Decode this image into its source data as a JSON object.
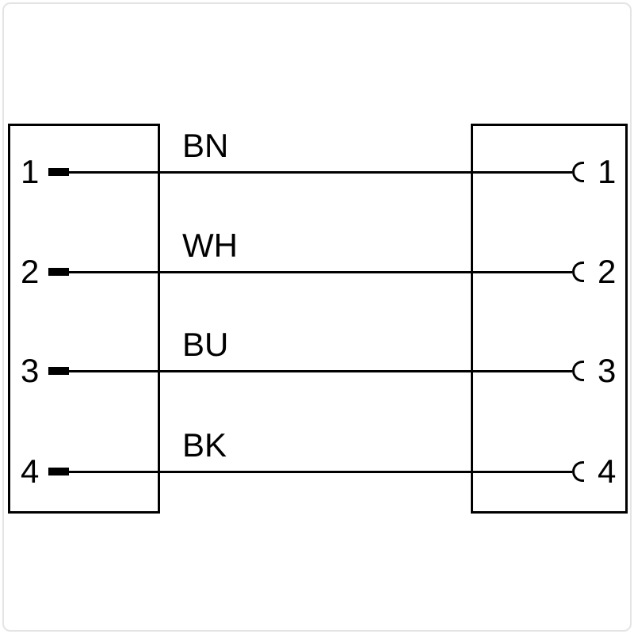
{
  "diagram": {
    "type": "connector-pinout-wiring-diagram",
    "background_color": "#ffffff",
    "line_color": "#000000",
    "frame_color": "#e4e4e4"
  },
  "left_connector": {
    "pins": [
      "1",
      "2",
      "3",
      "4"
    ]
  },
  "right_connector": {
    "pins": [
      "1",
      "2",
      "3",
      "4"
    ]
  },
  "wires": [
    {
      "label": "BN",
      "left_pin": "1",
      "right_pin": "1"
    },
    {
      "label": "WH",
      "left_pin": "2",
      "right_pin": "2"
    },
    {
      "label": "BU",
      "left_pin": "3",
      "right_pin": "3"
    },
    {
      "label": "BK",
      "left_pin": "4",
      "right_pin": "4"
    }
  ]
}
